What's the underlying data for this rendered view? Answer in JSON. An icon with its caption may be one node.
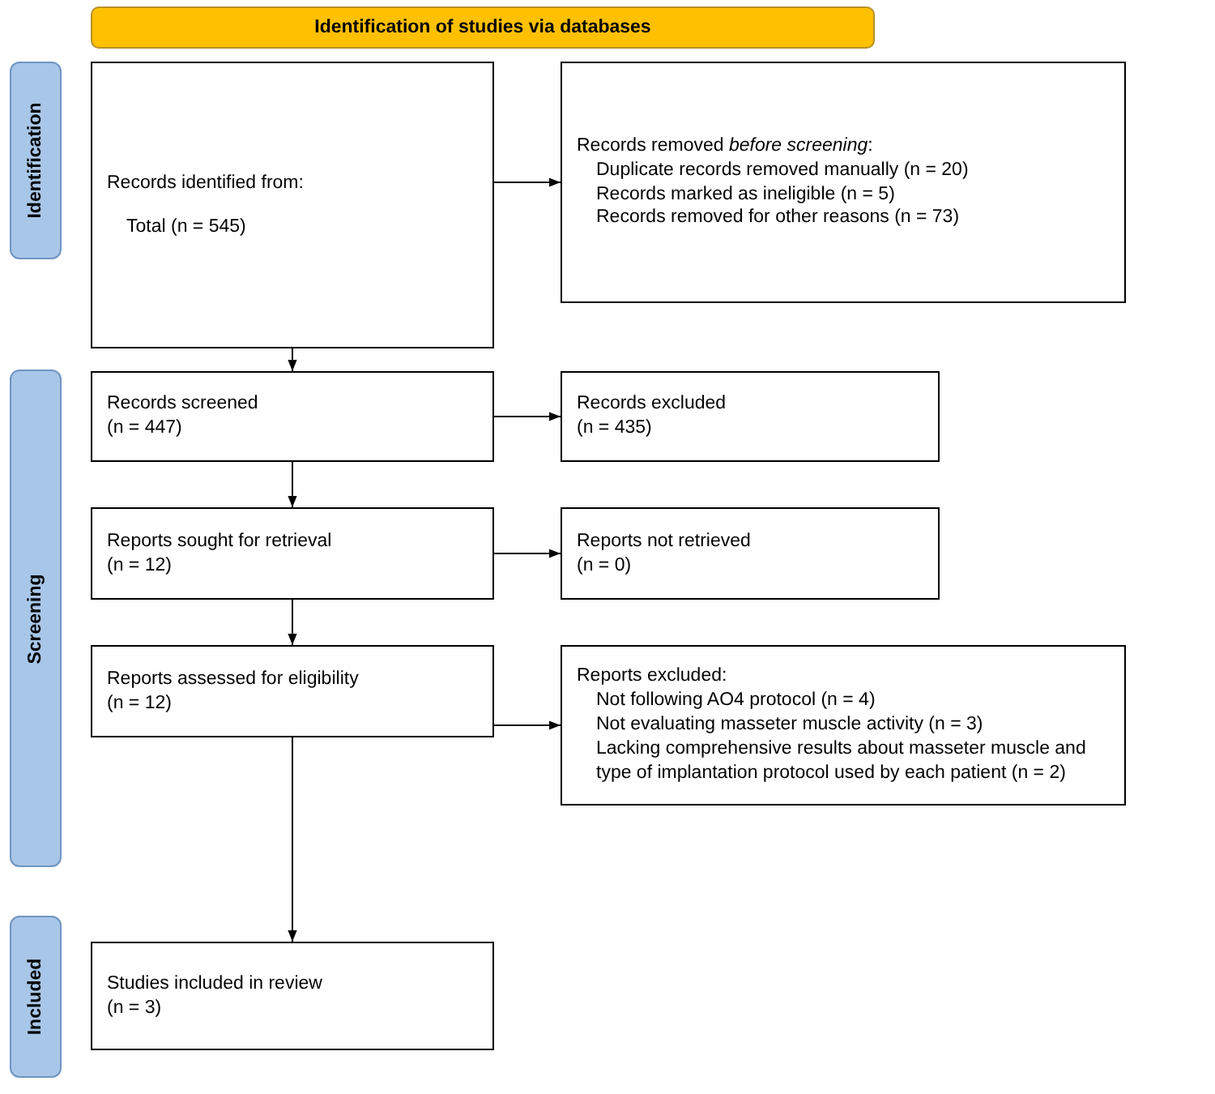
{
  "diagram": {
    "nodes": [
      {
        "text": [
          "Identification of studies via databases"
        ]
      },
      {
        "text": [
          "Identification"
        ]
      },
      {
        "text": [
          "Screening"
        ]
      },
      {
        "text": [
          "Included"
        ]
      },
      {
        "text": [
          "Records identified from:",
          "Total (n = 545)"
        ]
      },
      {
        "text": [
          "Records removed *before screening*:",
          "Duplicate records removed manually (n = 20)",
          "Records marked as ineligible (n = 5)",
          "Records removed for other reasons (n = 73)"
        ]
      },
      {
        "text": [
          "Records screened",
          "(n = 447)"
        ]
      },
      {
        "text": [
          "Records excluded",
          "(n = 435)"
        ]
      },
      {
        "text": [
          "Reports sought for retrieval",
          "(n = 12)"
        ]
      },
      {
        "text": [
          "Reports not retrieved",
          "(n = 0)"
        ]
      },
      {
        "text": [
          "Reports assessed for eligibility",
          "(n = 12)"
        ]
      },
      {
        "text": [
          "Reports excluded:",
          "Not following AO4 protocol (n = 4)",
          "Not evaluating masseter muscle activity (n = 3)",
          "Lacking comprehensive results about masseter muscle and type of implantation protocol used by each patient (n = 2)"
        ]
      },
      {
        "text": [
          "Studies included in review",
          "(n = 3)"
        ]
      }
    ],
    "edges": [
      {
        "from": 4,
        "to": 5,
        "arrow": "to"
      },
      {
        "from": 4,
        "to": 6,
        "arrow": "to"
      },
      {
        "from": 6,
        "to": 7,
        "arrow": "to"
      },
      {
        "from": 6,
        "to": 8,
        "arrow": "to"
      },
      {
        "from": 8,
        "to": 9,
        "arrow": "to"
      },
      {
        "from": 8,
        "to": 10,
        "arrow": "to"
      },
      {
        "from": 10,
        "to": 11,
        "arrow": "to"
      },
      {
        "from": 10,
        "to": 12,
        "arrow": "to"
      }
    ]
  }
}
